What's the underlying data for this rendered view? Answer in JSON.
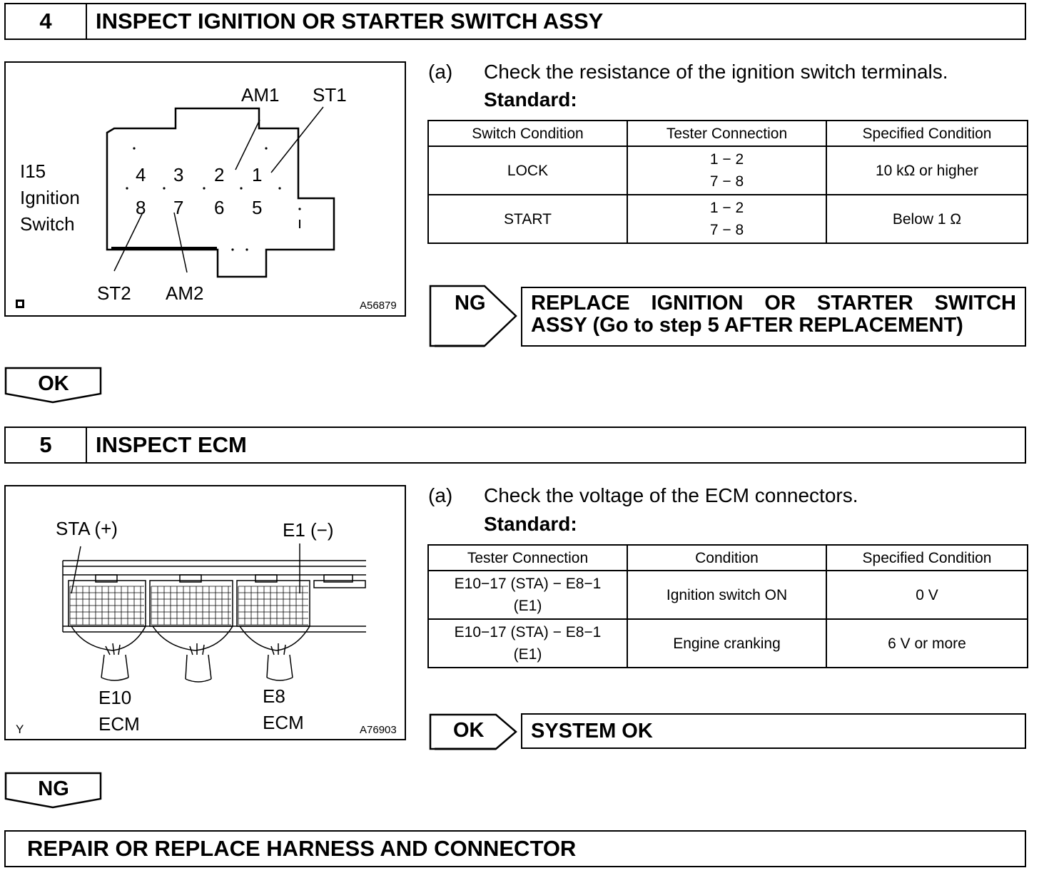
{
  "step4": {
    "number": "4",
    "title": "INSPECT IGNITION OR STARTER SWITCH ASSY",
    "figure": {
      "id": "A56879",
      "connector_label": [
        "I15",
        "Ignition",
        "Switch"
      ],
      "pins_top": [
        "4",
        "3",
        "2",
        "1"
      ],
      "pins_bottom": [
        "8",
        "7",
        "6",
        "5"
      ],
      "callouts": {
        "am1": "AM1",
        "st1": "ST1",
        "st2": "ST2",
        "am2": "AM2"
      }
    },
    "step_letter": "(a)",
    "instruction": "Check the resistance of the ignition switch terminals.",
    "standard_label": "Standard:",
    "table": {
      "headers": [
        "Switch Condition",
        "Tester Connection",
        "Specified Condition"
      ],
      "rows": [
        {
          "c1": "LOCK",
          "c2a": "1 − 2",
          "c2b": "7 − 8",
          "c3": "10 kΩ or higher"
        },
        {
          "c1": "START",
          "c2a": "1 − 2",
          "c2b": "7 − 8",
          "c3": "Below 1 Ω"
        }
      ]
    },
    "ng_label": "NG",
    "ng_result_line1": "REPLACE IGNITION OR STARTER SWITCH",
    "ng_result_line2": "ASSY (Go to step 5 AFTER REPLACEMENT)",
    "ok_label": "OK"
  },
  "step5": {
    "number": "5",
    "title": "INSPECT ECM",
    "figure": {
      "id": "A76903",
      "corner_mark": "Y",
      "sta_label": "STA (+)",
      "e1_label": "E1 (−)",
      "e10_label": [
        "E10",
        "ECM"
      ],
      "e8_label": [
        "E8",
        "ECM"
      ]
    },
    "step_letter": "(a)",
    "instruction": "Check the voltage of the ECM connectors.",
    "standard_label": "Standard:",
    "table": {
      "headers": [
        "Tester Connection",
        "Condition",
        "Specified Condition"
      ],
      "rows": [
        {
          "c1a": "E10−17 (STA) − E8−1",
          "c1b": "(E1)",
          "c2": "Ignition switch ON",
          "c3": "0 V"
        },
        {
          "c1a": "E10−17 (STA) − E8−1",
          "c1b": "(E1)",
          "c2": "Engine cranking",
          "c3": "6 V or more"
        }
      ]
    },
    "ok_label": "OK",
    "ok_result": "SYSTEM OK",
    "ng_label": "NG"
  },
  "final": {
    "title": "REPAIR OR REPLACE HARNESS AND CONNECTOR"
  }
}
